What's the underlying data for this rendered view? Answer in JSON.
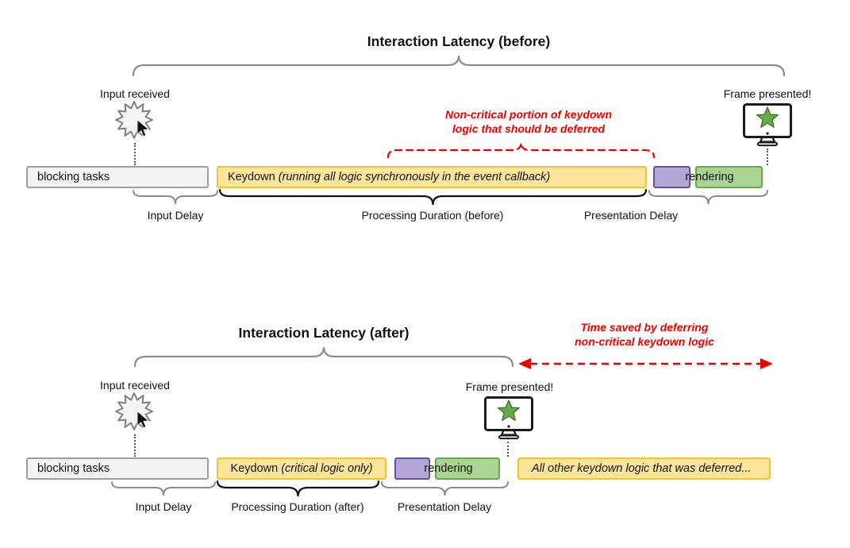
{
  "colors": {
    "bar_yellow_fill": "#ffe599",
    "bar_yellow_border": "#f1c232",
    "bar_gray_fill": "#f3f3f3",
    "bar_gray_border": "#9e9e9e",
    "bar_purple_fill": "#b4a7d6",
    "bar_purple_border": "#674ea7",
    "bar_green_fill": "#abd394",
    "bar_green_border": "#6aa84f",
    "annotation_red": "#ee0000",
    "monitor_star_green": "#6aa84f"
  },
  "before": {
    "title": "Interaction Latency (before)",
    "input_received_label": "Input received",
    "frame_presented_label": "Frame presented!",
    "deferred_note_line1": "Non-critical portion of keydown",
    "deferred_note_line2": "logic that should be deferred",
    "bars": {
      "blocking_tasks": "blocking tasks",
      "keydown_main": "Keydown ",
      "keydown_detail": "(running all logic synchronously in the event callback)",
      "rendering": "rendering"
    },
    "duration_labels": {
      "input_delay": "Input Delay",
      "processing": "Processing Duration (before)",
      "presentation": "Presentation Delay"
    }
  },
  "after": {
    "title": "Interaction Latency (after)",
    "input_received_label": "Input received",
    "frame_presented_label": "Frame presented!",
    "time_saved_note_line1": "Time saved by deferring",
    "time_saved_note_line2": "non-critical keydown logic",
    "bars": {
      "blocking_tasks": "blocking tasks",
      "keydown_main": "Keydown ",
      "keydown_detail": "(critical logic only)",
      "rendering": "rendering",
      "deferred": "All other keydown logic that was deferred..."
    },
    "duration_labels": {
      "input_delay": "Input Delay",
      "processing": "Processing Duration (after)",
      "presentation": "Presentation Delay"
    }
  }
}
